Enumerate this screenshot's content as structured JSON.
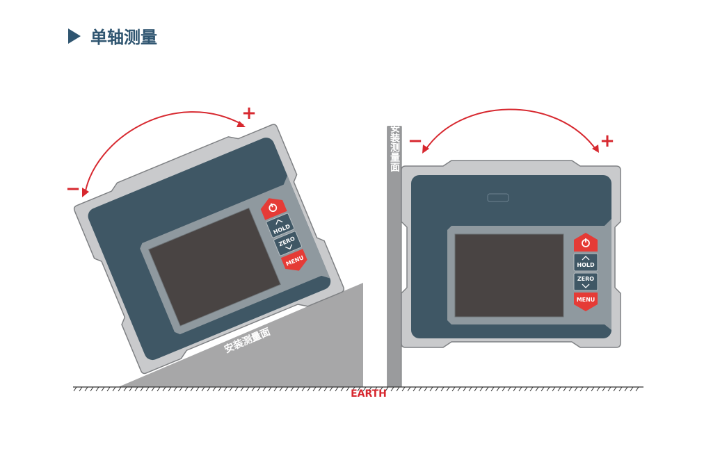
{
  "title": "单轴测量",
  "mount_surface_label": "安装测量面",
  "earth_label": "EARTH",
  "plus_sign": "+",
  "minus_sign": "−",
  "buttons": {
    "hold": "HOLD",
    "zero": "ZERO",
    "menu": "MENU"
  },
  "colors": {
    "accent": "#2f5570",
    "arrow": "#d7282f",
    "panel": "#3f5765"
  }
}
